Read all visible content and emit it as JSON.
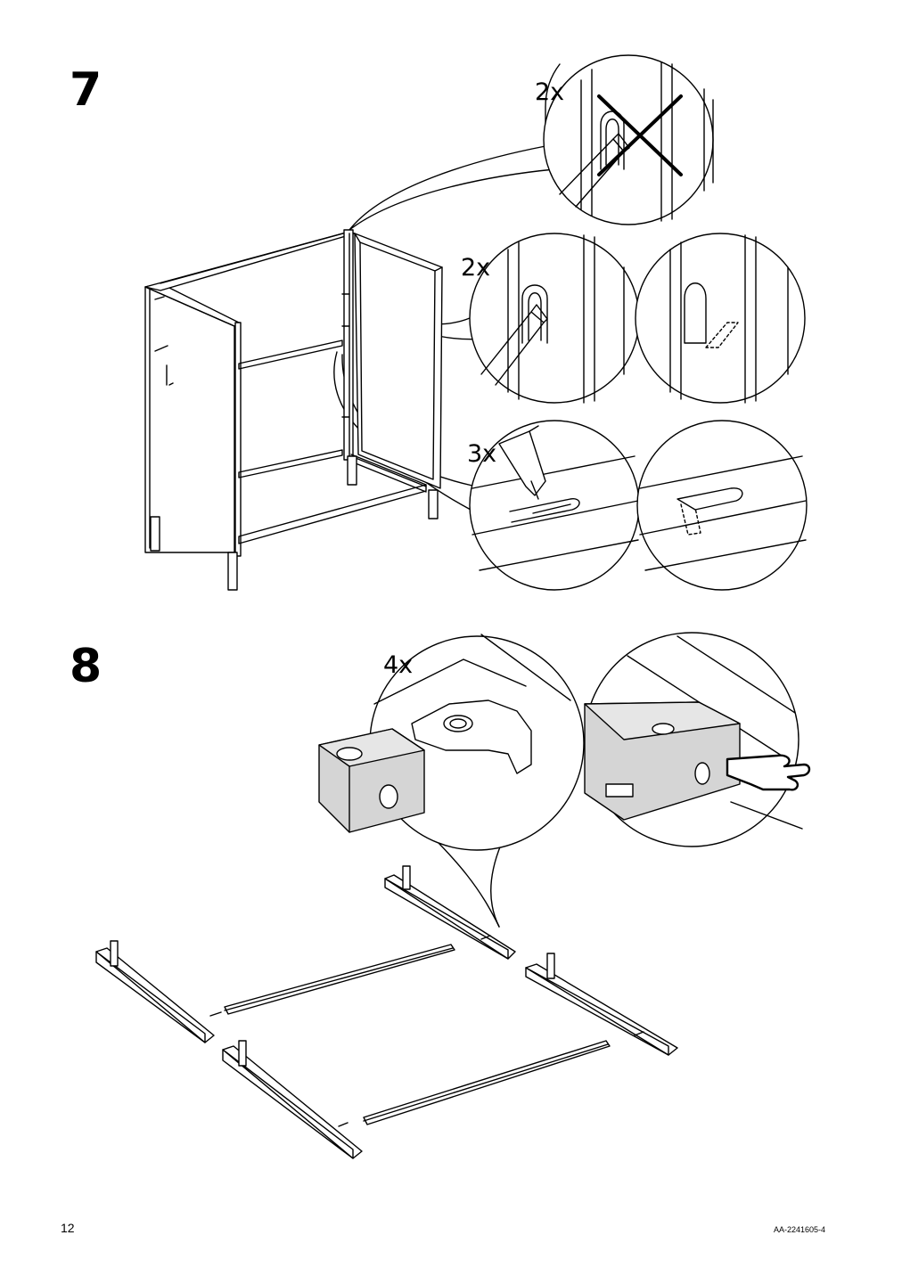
{
  "steps": [
    {
      "number": "7",
      "callouts": [
        "2x",
        "2x",
        "3x"
      ]
    },
    {
      "number": "8",
      "callouts": [
        "4x"
      ]
    }
  ],
  "footer": {
    "page_number": "12",
    "doc_id": "AA-2241605-4"
  }
}
